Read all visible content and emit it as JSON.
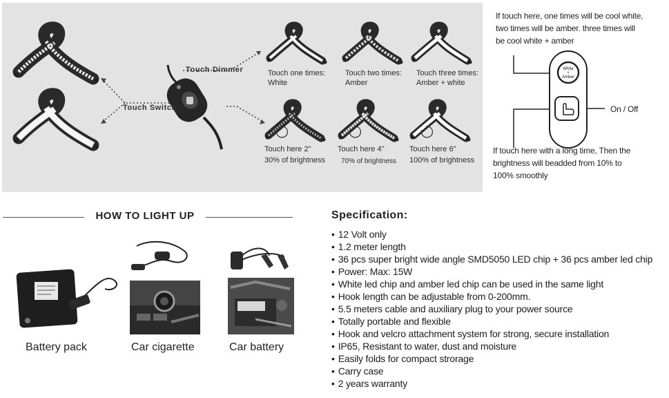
{
  "top_panel": {
    "touch_switch_label": "Touch Switch",
    "touch_dimmer_label": "Touch Dimmer",
    "modes": [
      {
        "line1": "Touch one times:",
        "line2": "White"
      },
      {
        "line1": "Touch two times:",
        "line2": "Amber"
      },
      {
        "line1": "Touch three times:",
        "line2": "Amber + white"
      }
    ],
    "dimming": [
      {
        "line1": "Touch here 2''",
        "line2": "30% of brightness"
      },
      {
        "line1": "Touch here 4''",
        "line2": "70% of brightness"
      },
      {
        "line1": "Touch here 6''",
        "line2": "100% of brightness"
      }
    ]
  },
  "remote_diagram": {
    "top_note": [
      "If touch here, one times will be cool white,",
      "two times will be amber.  three times will",
      "be cool white + amber"
    ],
    "button_text_top": "White",
    "button_text_mid": "+",
    "button_text_bottom": "Amber",
    "on_off_label": "On / Off",
    "bottom_note": [
      "If touch here with a long time,  Then the",
      "brightness will beadded from 10%  to",
      "100% smoothly"
    ]
  },
  "how_to_light_up": {
    "title": "HOW TO LIGHT UP",
    "options": [
      {
        "caption": "Battery pack"
      },
      {
        "caption": "Car cigarette"
      },
      {
        "caption": "Car battery"
      }
    ]
  },
  "specification": {
    "title": "Specification:",
    "items": [
      "12 Volt only",
      "1.2 meter length",
      "36 pcs super bright wide angle SMD5050 LED chip + 36 pcs amber led chip",
      "Power: Max: 15W",
      "White led chip and amber led chip can be used in the same light",
      "Hook length can be adjustable from 0-200mm.",
      "5.5 meters cable and auxiliary plug to your power source",
      "Totally portable and flexible",
      "Hook and velcro attachment system for strong, secure installation",
      "IP65, Resistant to water, dust and moisture",
      "Easily folds for compact strorage",
      "Carry case",
      "2 years warranty"
    ]
  },
  "colors": {
    "panel_bg": "#e3e3e3",
    "strap_dark": "#2a2a2a",
    "strap_light": "#f2f2f2",
    "text": "#1a1a1a"
  }
}
